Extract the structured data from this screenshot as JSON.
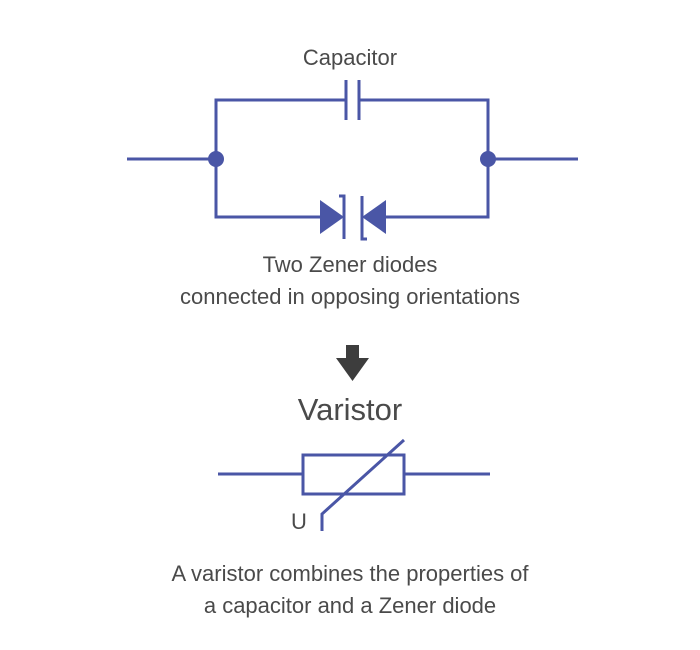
{
  "diagram": {
    "capacitor_label": "Capacitor",
    "zener_label_line1": "Two Zener diodes",
    "zener_label_line2": "connected in opposing orientations",
    "varistor_title": "Varistor",
    "voltage_symbol": "U",
    "caption_line1": "A varistor combines the properties of",
    "caption_line2": "a capacitor and a Zener diode",
    "circuit_color": "#4a56a6",
    "arrow_color": "#3d3d3d",
    "text_color": "#4a4a4a",
    "arrow_icon": "down-arrow-icon"
  }
}
